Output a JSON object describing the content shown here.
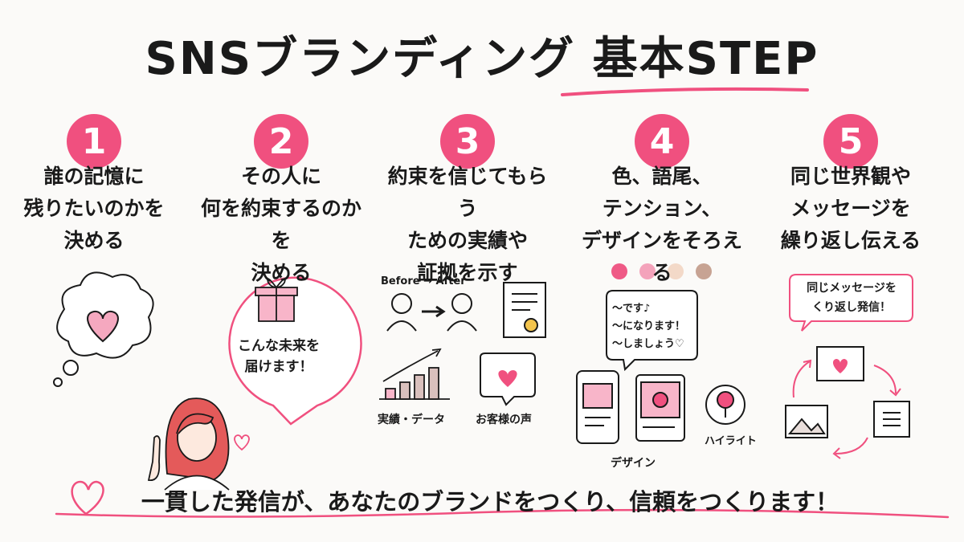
{
  "title": "SNSブランディング 基本STEP",
  "colors": {
    "accent": "#f0507f",
    "ink": "#1a1a1a",
    "bg": "#fbfaf8"
  },
  "steps": [
    {
      "number": "1",
      "text": "誰の記憶に\n残りたいのかを\n決める"
    },
    {
      "number": "2",
      "text": "その人に\n何を約束するのかを\n決める"
    },
    {
      "number": "3",
      "text": "約束を信じてもらう\nための実績や\n証拠を示す"
    },
    {
      "number": "4",
      "text": "色、語尾、\nテンション、\nデザインをそろえる"
    },
    {
      "number": "5",
      "text": "同じ世界観や\nメッセージを\n繰り返し伝える"
    }
  ],
  "illustrations": {
    "step1": {
      "icons": [
        "thought-cloud-icon",
        "heart-icon"
      ]
    },
    "step2": {
      "bubble_text": "こんな未来を\n届けます！",
      "icons": [
        "gift-icon",
        "woman-pointing-icon",
        "small-heart-icon"
      ]
    },
    "step3": {
      "before_after": "Before → After",
      "data_label": "実績・データ",
      "voice_label": "お客様の声",
      "icons": [
        "person-before-icon",
        "arrow-right-icon",
        "person-after-icon",
        "certificate-icon",
        "growth-bar-chart-icon",
        "speech-heart-icon"
      ]
    },
    "step4": {
      "swatches": [
        "#ef5a86",
        "#f4a3bb",
        "#f3d9c8",
        "#c7a393"
      ],
      "speech_lines": "～です♪\n～になります！\n～しましょう♡",
      "design_label": "デザイン",
      "highlight_label": "ハイライト",
      "icons": [
        "phone-mockup-icon",
        "post-mockup-icon",
        "flower-highlight-icon"
      ]
    },
    "step5": {
      "bubble_text": "同じメッセージを\nくり返し発信！",
      "icons": [
        "heart-message-icon",
        "document-icon",
        "image-icon",
        "cycle-arrows-icon"
      ]
    }
  },
  "footer": "一貫した発信が、あなたのブランドをつくり、信頼をつくります！"
}
